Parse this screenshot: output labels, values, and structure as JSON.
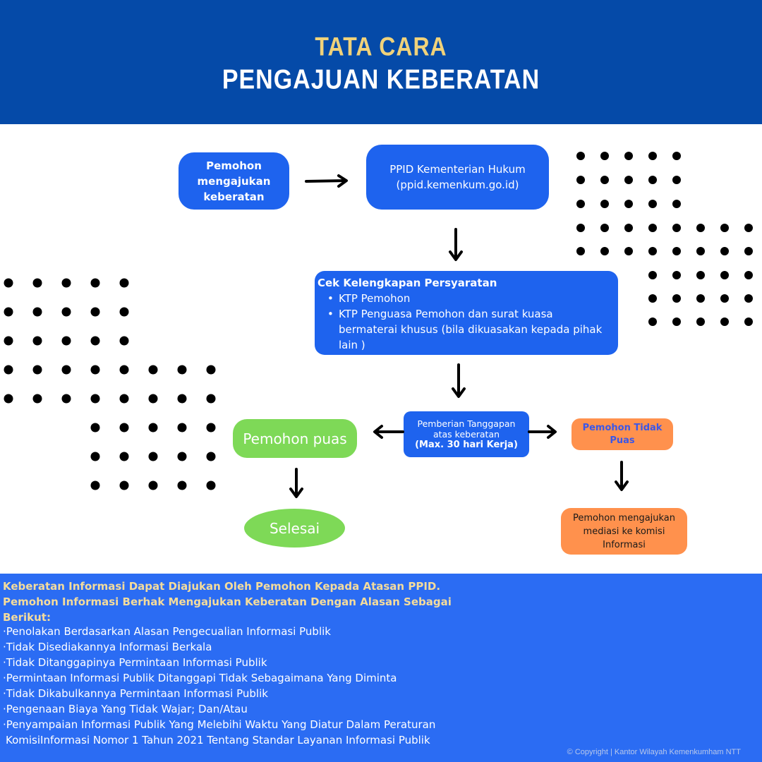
{
  "header": {
    "title_line1": "TATA CARA",
    "title_line2": "PENGAJUAN  KEBERATAN",
    "background_color": "#054aa8",
    "title_accent_color": "#f0d27a"
  },
  "flow": {
    "pemohon_mengajukan": "Pemohon mengajukan keberatan",
    "ppid_line1": "PPID Kementerian Hukum",
    "ppid_line2": "(ppid.kemenkum.go.id)",
    "cek_title": "Cek Kelengkapan Persyaratan",
    "cek_items": [
      "KTP Pemohon",
      "KTP Penguasa Pemohon dan surat kuasa bermaterai khusus (bila dikuasakan  kepada pihak lain )"
    ],
    "tanggapan_line1": "Pemberian Tanggapan",
    "tanggapan_line2": "atas keberatan",
    "tanggapan_line3": "(Max. 30 hari Kerja)",
    "pemohon_puas": "Pemohon puas",
    "selesai": "Selesai",
    "pemohon_tidak_puas": "Pemohon Tidak Puas",
    "mediasi": "Pemohon mengajukan mediasi ke komisi Informasi",
    "colors": {
      "blue": "#1e63ee",
      "green": "#7ed957",
      "orange": "#ff914d"
    }
  },
  "footer": {
    "intro": "Keberatan Informasi Dapat Diajukan Oleh Pemohon Kepada Atasan PPID. Pemohon Informasi Berhak Mengajukan Keberatan Dengan Alasan Sebagai Berikut:",
    "reasons": [
      "·Penolakan Berdasarkan Alasan Pengecualian Informasi Publik",
      "·Tidak Disediakannya Informasi Berkala",
      "·Tidak Ditanggapinya Permintaan Informasi Publik",
      "·Permintaan Informasi Publik Ditanggapi Tidak Sebagaimana Yang Diminta",
      "·Tidak Dikabulkannya Permintaan Informasi Publik",
      "·Pengenaan Biaya Yang Tidak Wajar; Dan/Atau",
      "·Penyampaian Informasi Publik Yang Melebihi Waktu Yang Diatur Dalam Peraturan",
      "KomisiInformasi Nomor 1 Tahun 2021 Tentang Standar Layanan Informasi Publik"
    ],
    "copyright": "© Copyright | Kantor Wilayah Kemenkumham NTT",
    "background_color": "#2b6cf3"
  }
}
